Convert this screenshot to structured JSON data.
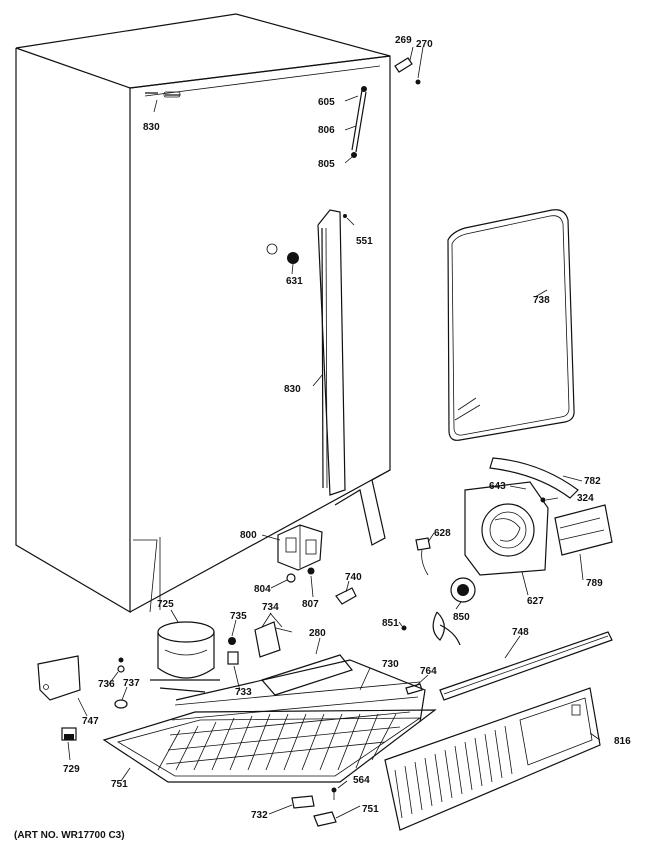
{
  "parts": {
    "p269": "269",
    "p270": "270",
    "p605": "605",
    "p806": "806",
    "p805": "805",
    "p830a": "830",
    "p551": "551",
    "p631": "631",
    "p738": "738",
    "p830b": "830",
    "p782": "782",
    "p643": "643",
    "p324": "324",
    "p800": "800",
    "p628": "628",
    "p789": "789",
    "p804": "804",
    "p807": "807",
    "p740": "740",
    "p627": "627",
    "p725": "725",
    "p735": "735",
    "p734": "734",
    "p280": "280",
    "p851": "851",
    "p850": "850",
    "p748": "748",
    "p730": "730",
    "p764": "764",
    "p736": "736",
    "p737": "737",
    "p733": "733",
    "p747": "747",
    "p816": "816",
    "p729": "729",
    "p751a": "751",
    "p564": "564",
    "p732": "732",
    "p751b": "751"
  },
  "caption": "(ART NO. WR17700 C3)"
}
